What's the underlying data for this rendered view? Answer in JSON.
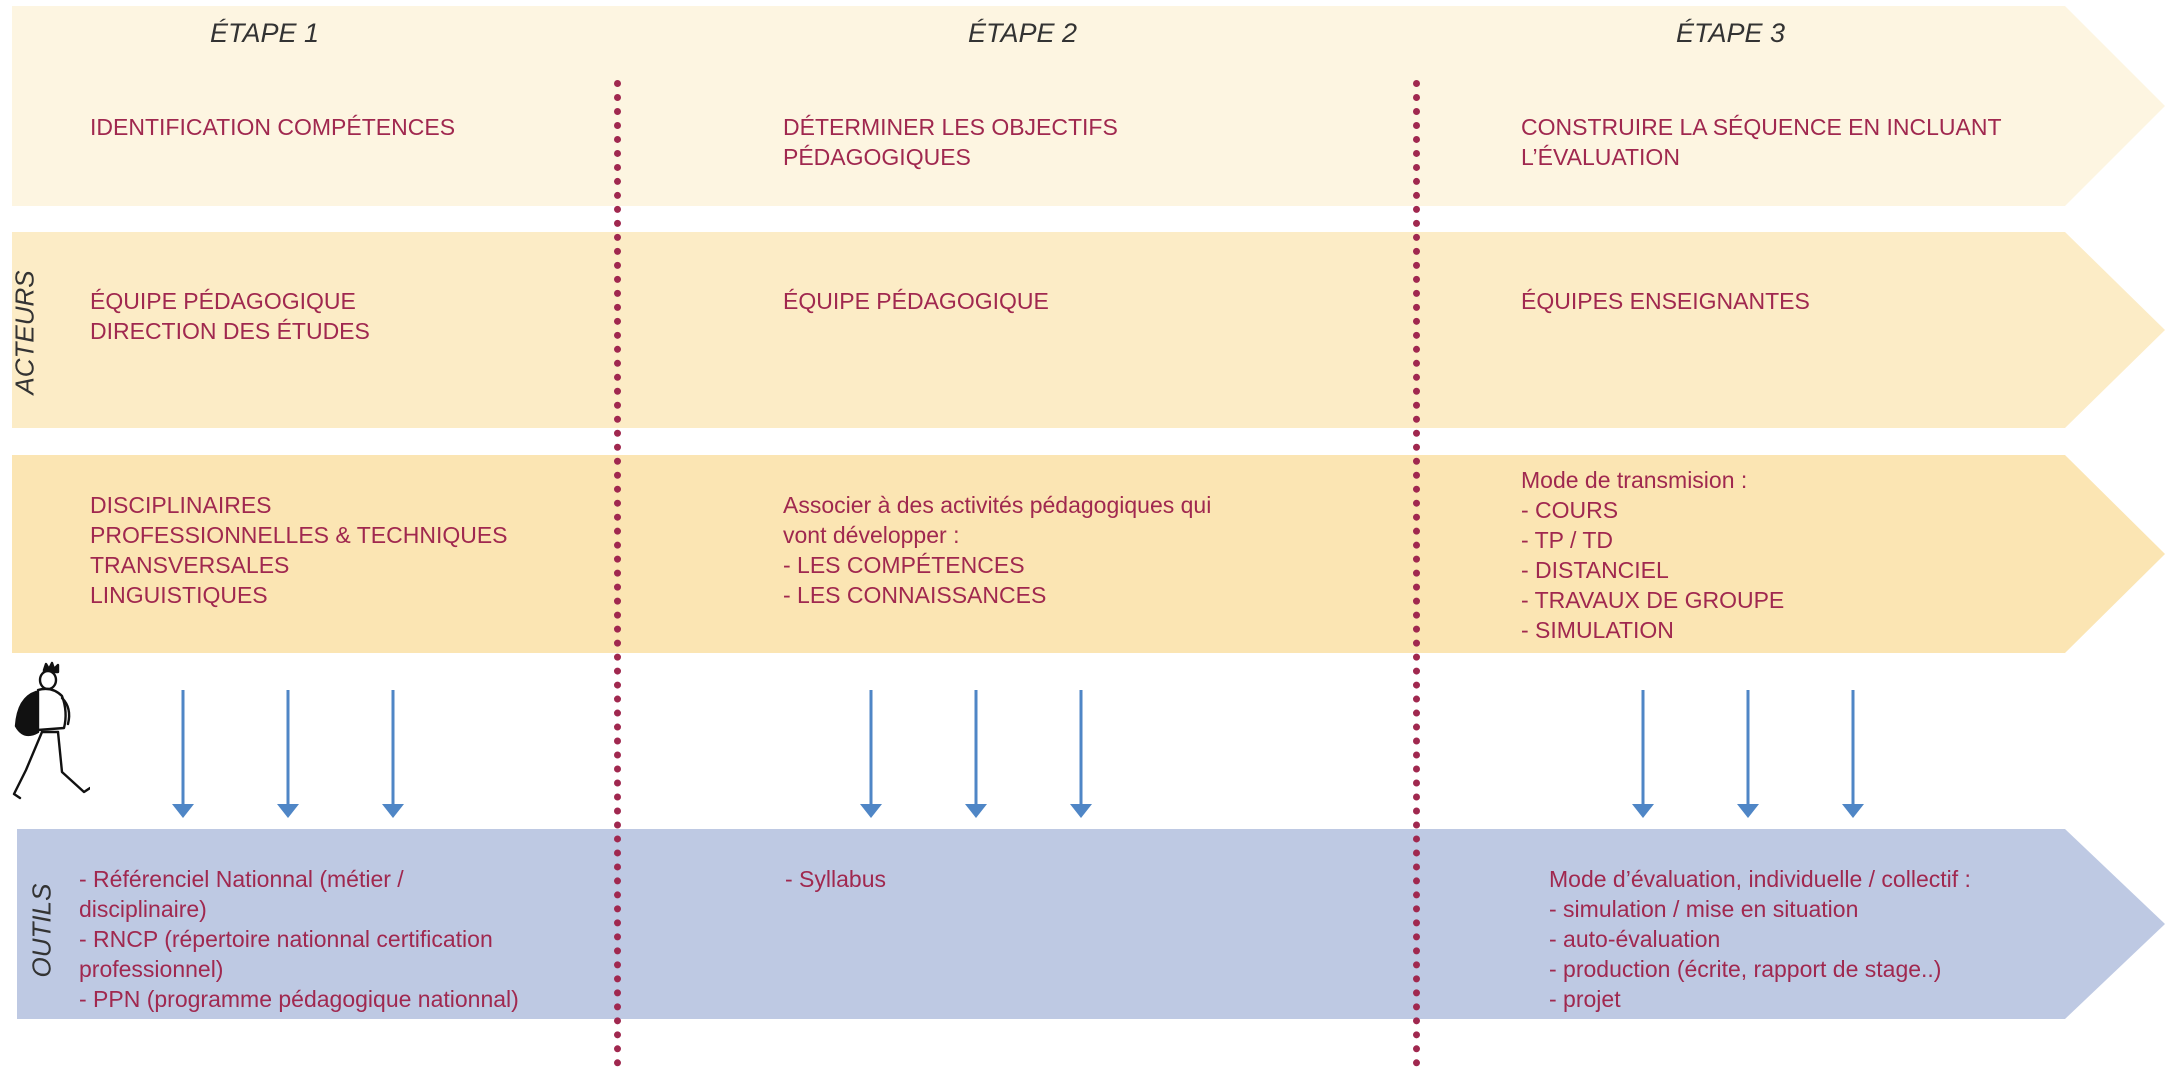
{
  "colors": {
    "band_row1": "#fdf5e1",
    "band_row2": "#fcecc6",
    "band_row3": "#fbe5b3",
    "band_outils": "#bec9e3",
    "text": "#a0284f",
    "arrow": "#4f86c6",
    "divider": "#a0284f"
  },
  "steps": [
    {
      "title": "ÉTAPE 1"
    },
    {
      "title": "ÉTAPE 2"
    },
    {
      "title": "ÉTAPE 3"
    }
  ],
  "row_labels": {
    "acteurs": "ACTEURS",
    "outils": "OUTILS"
  },
  "rows": {
    "objectif": [
      "IDENTIFICATION COMPÉTENCES",
      "DÉTERMINER LES OBJECTIFS\nPÉDAGOGIQUES",
      "CONSTRUIRE LA SÉQUENCE EN INCLUANT\nL’ÉVALUATION"
    ],
    "acteurs": [
      "ÉQUIPE PÉDAGOGIQUE\nDIRECTION DES ÉTUDES",
      "ÉQUIPE PÉDAGOGIQUE",
      "ÉQUIPES ENSEIGNANTES"
    ],
    "contenu": [
      "DISCIPLINAIRES\nPROFESSIONNELLES & TECHNIQUES\nTRANSVERSALES\nLINGUISTIQUES",
      "Associer à des activités pédagogiques qui\nvont développer :\n- LES COMPÉTENCES\n- LES CONNAISSANCES",
      "Mode de transmision :\n- COURS\n- TP / TD\n- DISTANCIEL\n- TRAVAUX DE GROUPE\n- SIMULATION"
    ],
    "outils": [
      "- Référenciel Nationnal (métier /\ndisciplinaire)\n- RNCP (répertoire nationnal certification\nprofessionnel)\n- PPN (programme pédagogique nationnal)",
      "- Syllabus",
      "Mode d’évaluation, individuelle / collectif :\n- simulation / mise en situation\n- auto-évaluation\n- production (écrite, rapport de stage..)\n- projet"
    ]
  },
  "icons": {
    "walker": "walking-person-icon",
    "arrow": "arrow-down-icon"
  }
}
